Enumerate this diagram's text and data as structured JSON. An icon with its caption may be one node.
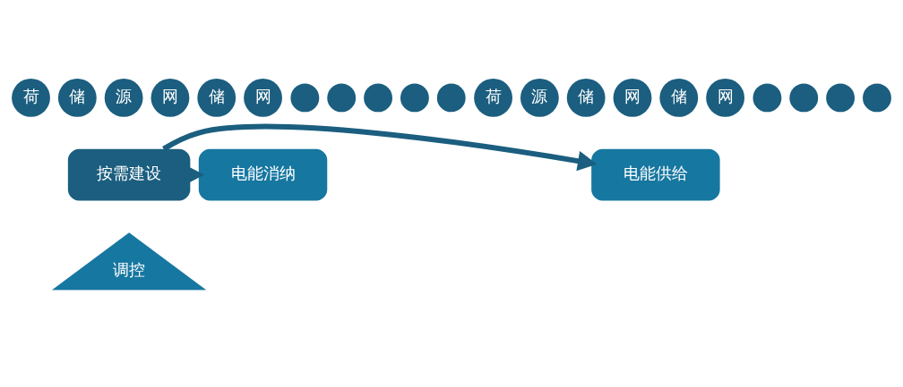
{
  "diagram": {
    "nodes": [
      {
        "text": [
          "荷"
        ]
      },
      {
        "text": [
          "储"
        ]
      },
      {
        "text": [
          "源"
        ]
      },
      {
        "text": [
          "网"
        ]
      },
      {
        "text": [
          "储"
        ]
      },
      {
        "text": [
          "网"
        ]
      },
      {
        "text": [],
        "shape": "circle"
      },
      {
        "text": [],
        "shape": "circle"
      },
      {
        "text": [],
        "shape": "circle"
      },
      {
        "text": [],
        "shape": "circle"
      },
      {
        "text": [],
        "shape": "circle"
      },
      {
        "text": [
          "荷"
        ]
      },
      {
        "text": [
          "源"
        ]
      },
      {
        "text": [
          "储"
        ]
      },
      {
        "text": [
          "网"
        ]
      },
      {
        "text": [
          "储"
        ]
      },
      {
        "text": [
          "网"
        ]
      },
      {
        "text": [],
        "shape": "circle"
      },
      {
        "text": [],
        "shape": "circle"
      },
      {
        "text": [],
        "shape": "circle"
      },
      {
        "text": [],
        "shape": "circle"
      },
      {
        "text": [
          "电能消纳"
        ]
      },
      {
        "text": [
          "按需建设"
        ]
      },
      {
        "text": [
          "电能供给"
        ]
      },
      {
        "text": [
          "调控"
        ]
      }
    ],
    "edges": [
      {
        "from": 22,
        "to": 21,
        "arrow": "to"
      },
      {
        "from": 22,
        "to": 23,
        "arrow": "to"
      }
    ]
  }
}
